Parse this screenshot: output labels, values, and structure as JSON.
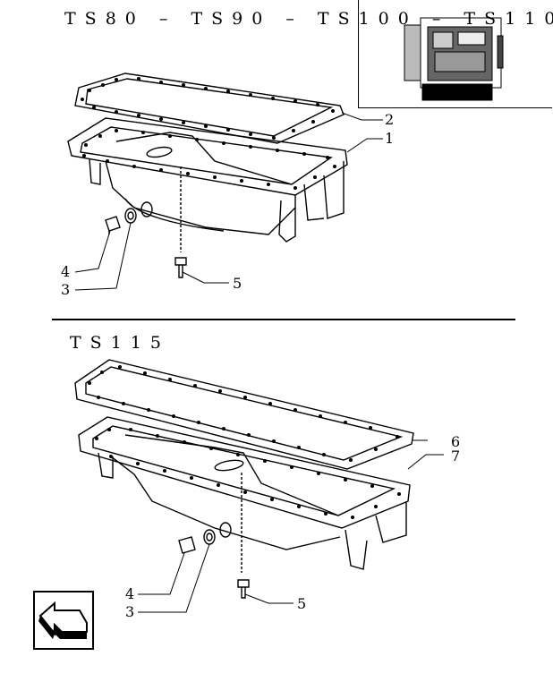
{
  "top_section": {
    "title": "TS80 – TS90 – TS100 – TS110",
    "callouts": {
      "c1": "1",
      "c2": "2",
      "c3": "3",
      "c4": "4",
      "c5": "5"
    }
  },
  "bottom_section": {
    "title": "TS115",
    "callouts": {
      "c3": "3",
      "c4": "4",
      "c5": "5",
      "c6": "6",
      "c7": "7"
    }
  }
}
